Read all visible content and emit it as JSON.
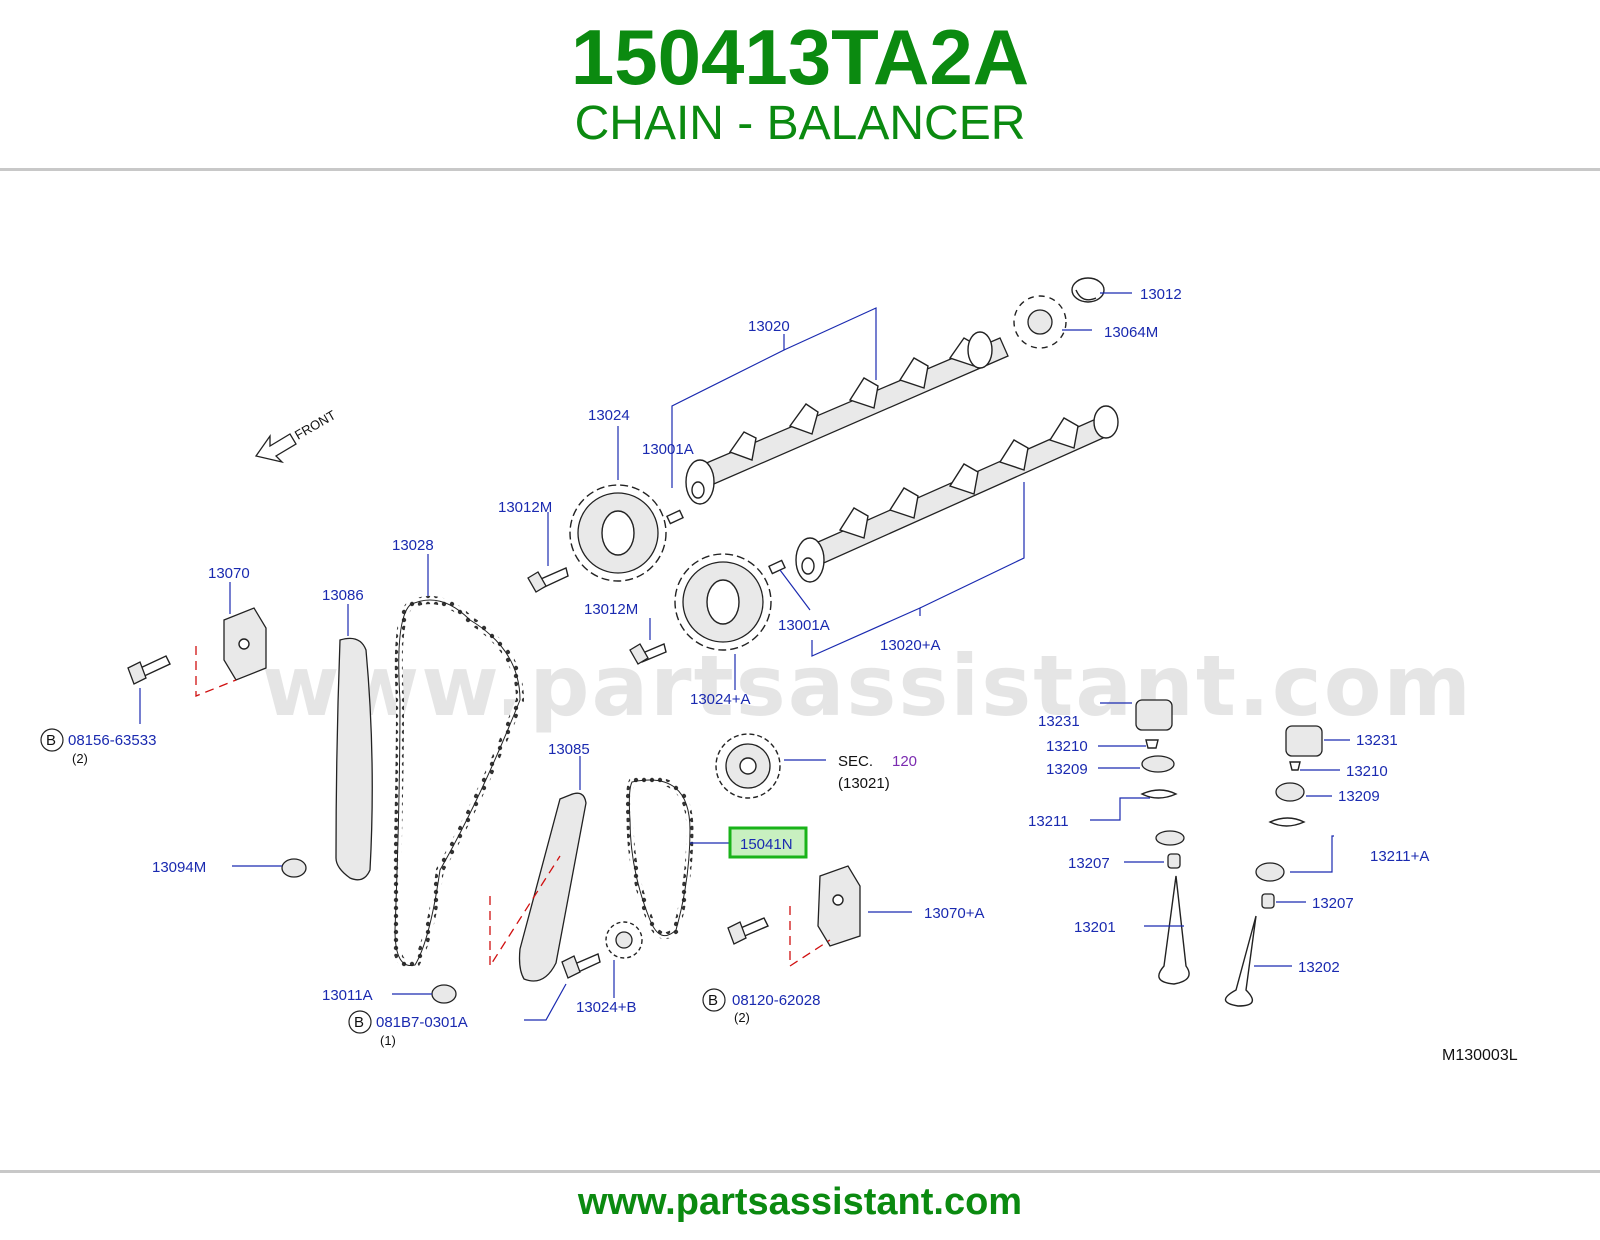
{
  "header": {
    "part_number": "150413TA2A",
    "part_name": "CHAIN - BALANCER"
  },
  "footer": {
    "website": "www.partsassistant.com"
  },
  "watermark": "www.partsassistant.com",
  "colors": {
    "brand_green": "#0b8a10",
    "label_blue": "#1a2ab0",
    "highlight_green": "#19b319",
    "highlight_fill": "#c8f0c0"
  },
  "diagram": {
    "front_label": "FRONT",
    "drawing_code": "M130003L",
    "section_ref": {
      "prefix": "SEC.",
      "number": "120",
      "part": "(13021)"
    },
    "highlighted_part": "15041N",
    "callouts": {
      "c13012": "13012",
      "c13064M": "13064M",
      "c13020": "13020",
      "c13024": "13024",
      "c13001A_top": "13001A",
      "c13012M_top": "13012M",
      "c13028": "13028",
      "c13070": "13070",
      "c13086": "13086",
      "c13012M_mid": "13012M",
      "c13001A_mid": "13001A",
      "c13020A": "13020+A",
      "c13024A": "13024+A",
      "c13085": "13085",
      "c13094M": "13094M",
      "c13011A": "13011A",
      "c13024B": "13024+B",
      "c13070A": "13070+A",
      "c13231_l": "13231",
      "c13210_l": "13210",
      "c13209_l": "13209",
      "c13211": "13211",
      "c13207_l": "13207",
      "c13201": "13201",
      "c13231_r": "13231",
      "c13210_r": "13210",
      "c13209_r": "13209",
      "c13211A": "13211+A",
      "c13207_r": "13207",
      "c13202": "13202"
    },
    "bolts": [
      {
        "badge": "B",
        "code": "08156-63533",
        "qty": "(2)"
      },
      {
        "badge": "B",
        "code": "081B7-0301A",
        "qty": "(1)"
      },
      {
        "badge": "B",
        "code": "08120-62028",
        "qty": "(2)"
      }
    ]
  }
}
